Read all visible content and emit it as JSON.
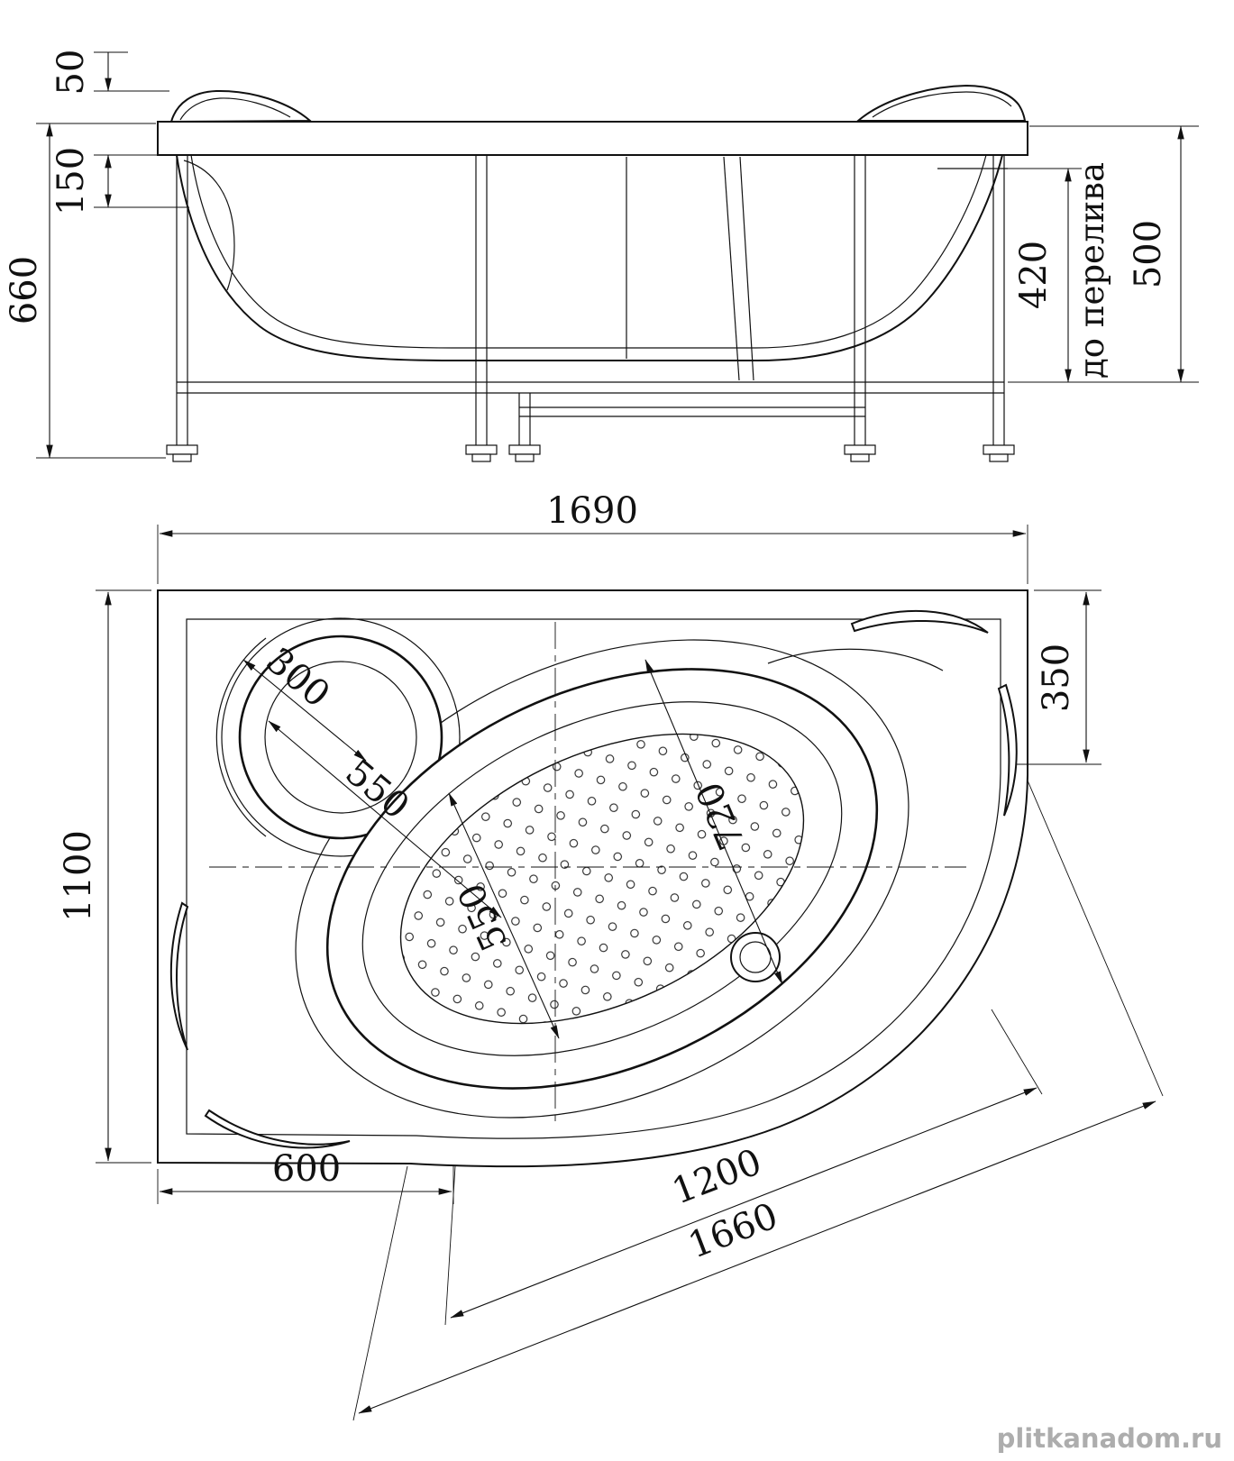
{
  "watermark": "plitkanadom.ru",
  "elevation": {
    "dim_headrest_height": "50",
    "dim_rim_depth": "150",
    "dim_total_height": "660",
    "dim_to_overflow": "420",
    "overflow_label": "до перелива",
    "dim_shell_height": "500"
  },
  "plan": {
    "dim_length": "1690",
    "dim_width": "1100",
    "dim_back_corner": "350",
    "dim_headrest": "300",
    "dim_seat": "550",
    "dim_bowl_length": "720",
    "dim_bowl_width": "550",
    "dim_front_left": "600",
    "dim_front_inner": "1200",
    "dim_front_outer": "1660"
  }
}
